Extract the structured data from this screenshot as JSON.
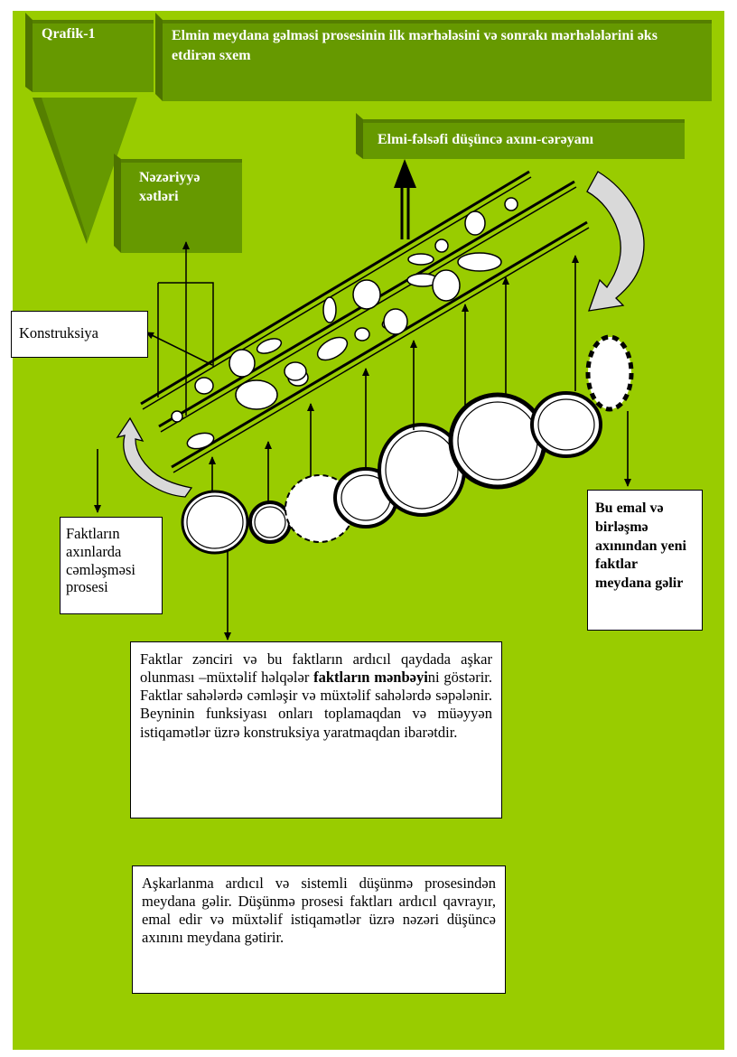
{
  "header": {
    "graph_label": "Qrafik-1",
    "title": "Elmin meydana gəlməsi prosesinin ilk mərhələsini və sonrakı mərhələlərini əks etdirən sxem"
  },
  "labels": {
    "stream": "Elmi-fəlsəfi düşüncə axını-cərəyanı",
    "theory_lines": "Nəzəriyyə xətləri",
    "construction": "Konstruksiya",
    "facts_concentration": "Faktların axınlarda cəmləşməsi prosesi",
    "new_facts": "Bu emal və birləşmə axınından yeni faktlar meydana gəlir"
  },
  "paragraph1": {
    "part1": "Faktlar zənciri və bu faktların ardıcıl qaydada aşkar olunması –müxtəlif həlqələr ",
    "bold": "faktların mənbəyi",
    "part2": "ni göstərir. Faktlar sahələrdə cəmləşir və müxtəlif sahələrdə səpələnir. Beyninin funksiyası onları toplamaqdan və müəyyən istiqamətlər üzrə konstruksiya yaratmaqdan ibarətdir."
  },
  "paragraph2": "Aşkarlanma ardıcıl və sistemli düşünmə prosesindən meydana gəlir. Düşünmə prosesi faktları ardıcıl qavrayır, emal edir və müxtəlif istiqamətlər üzrə nəzəri düşüncə axınını meydana gətirir.",
  "colors": {
    "background": "#99cc00",
    "panel": "#669900",
    "panel_dark": "#4d7300"
  }
}
